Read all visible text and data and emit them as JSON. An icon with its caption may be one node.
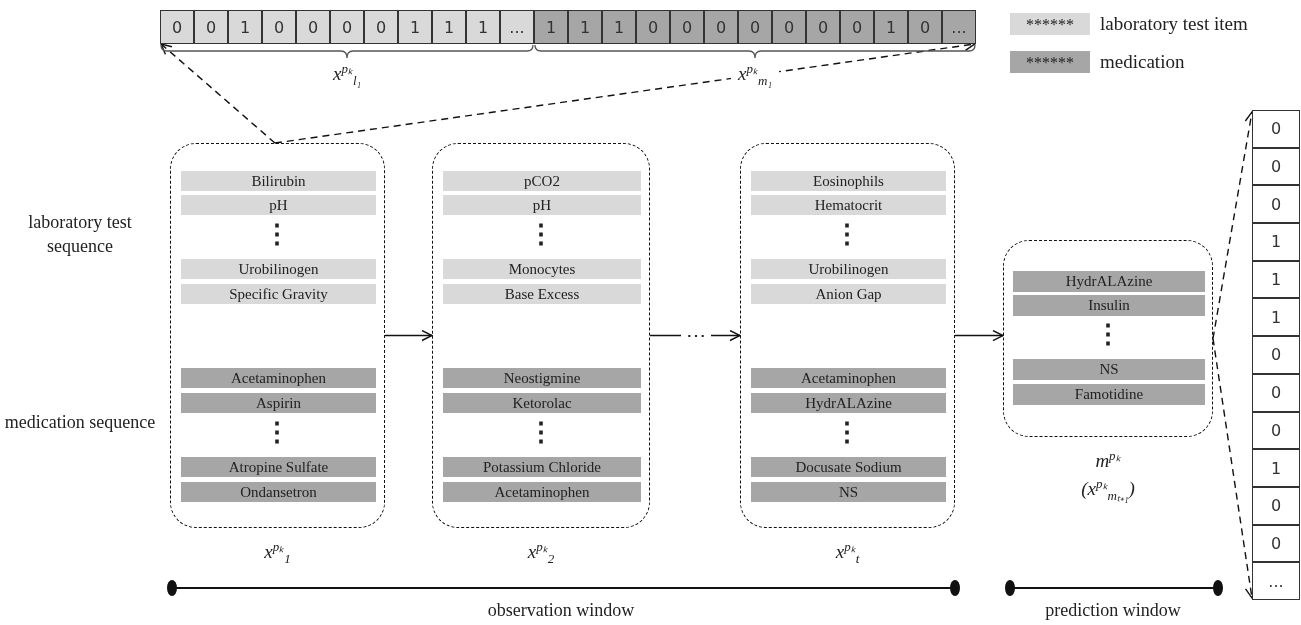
{
  "diagram": {
    "nodes": [
      {
        "text": [
          "0",
          "0",
          "1",
          "0",
          "0",
          "0",
          "0",
          "1",
          "1",
          "1",
          "..."
        ],
        "beside": [
          "x$^{pₖ}$$_{l₁}$"
        ]
      },
      {
        "text": [
          "1",
          "1",
          "1",
          "0",
          "0",
          "0",
          "0",
          "0",
          "0",
          "0",
          "1",
          "0",
          "..."
        ],
        "beside": [
          "x$^{pₖ}$$_{m₁}$"
        ]
      },
      {
        "text": [
          "x$^{pₖ}$$_{1}$"
        ]
      },
      {
        "text": [
          "Bilirubin"
        ],
        "in": 2
      },
      {
        "text": [
          "pH"
        ],
        "in": 2
      },
      {
        "text": [
          "Urobilinogen"
        ],
        "in": 2
      },
      {
        "text": [
          "Specific Gravity"
        ],
        "in": 2
      },
      {
        "text": [
          "Acetaminophen"
        ],
        "in": 2
      },
      {
        "text": [
          "Aspirin"
        ],
        "in": 2
      },
      {
        "text": [
          "Atropine Sulfate"
        ],
        "in": 2
      },
      {
        "text": [
          "Ondansetron"
        ],
        "in": 2
      },
      {
        "text": [
          "x$^{pₖ}$$_{2}$"
        ]
      },
      {
        "text": [
          "pCO2"
        ],
        "in": 11
      },
      {
        "text": [
          "pH"
        ],
        "in": 11
      },
      {
        "text": [
          "Monocytes"
        ],
        "in": 11
      },
      {
        "text": [
          "Base Excess"
        ],
        "in": 11
      },
      {
        "text": [
          "Neostigmine"
        ],
        "in": 11
      },
      {
        "text": [
          "Ketorolac"
        ],
        "in": 11
      },
      {
        "text": [
          "Potassium Chloride"
        ],
        "in": 11
      },
      {
        "text": [
          "Acetaminophen"
        ],
        "in": 11
      },
      {
        "text": [
          "x$^{pₖ}$$_{t}$"
        ]
      },
      {
        "text": [
          "Eosinophils"
        ],
        "in": 20
      },
      {
        "text": [
          "Hematocrit"
        ],
        "in": 20
      },
      {
        "text": [
          "Urobilinogen"
        ],
        "in": 20
      },
      {
        "text": [
          "Anion Gap"
        ],
        "in": 20
      },
      {
        "text": [
          "Acetaminophen"
        ],
        "in": 20
      },
      {
        "text": [
          "HydrALAzine"
        ],
        "in": 20
      },
      {
        "text": [
          "Docusate Sodium"
        ],
        "in": 20
      },
      {
        "text": [
          "NS"
        ],
        "in": 20
      },
      {
        "text": [
          "m$^{pₖ}$",
          "(x$^{pₖ}$$_{mₜ₊₁}$)"
        ]
      },
      {
        "text": [
          "HydrALAzine"
        ],
        "in": 29
      },
      {
        "text": [
          "Insulin"
        ],
        "in": 29
      },
      {
        "text": [
          "NS"
        ],
        "in": 29
      },
      {
        "text": [
          "Famotidine"
        ],
        "in": 29
      },
      {
        "text": [
          "0",
          "0",
          "0",
          "1",
          "1",
          "1",
          "0",
          "0",
          "0",
          "1",
          "0",
          "0",
          "..."
        ]
      }
    ],
    "edges": [
      {
        "from": 2,
        "to": 0,
        "arrow": "to",
        "style": "dashed"
      },
      {
        "from": 2,
        "to": 1,
        "arrow": "to",
        "style": "dashed"
      },
      {
        "from": 2,
        "to": 11,
        "arrow": "to"
      },
      {
        "from": 11,
        "to": 20,
        "arrow": "to",
        "label": "⋯"
      },
      {
        "from": 20,
        "to": 29,
        "arrow": "to"
      },
      {
        "from": 29,
        "to": 34,
        "arrow": "to",
        "style": "dashed"
      },
      {
        "from": 29,
        "to": 34,
        "arrow": "to",
        "style": "dashed"
      }
    ],
    "labels": [
      "******",
      "******",
      "laboratory test sequence",
      "⋮",
      "⋮",
      "⋮",
      "⋮",
      "medication sequence",
      "⋮",
      "⋮",
      "⋮",
      "observation window",
      "prediction window"
    ],
    "legend": [
      {
        "text": "laboratory test item",
        "color": "#d9d9d9"
      },
      {
        "text": "medication",
        "color": "#a6a6a6"
      }
    ]
  }
}
